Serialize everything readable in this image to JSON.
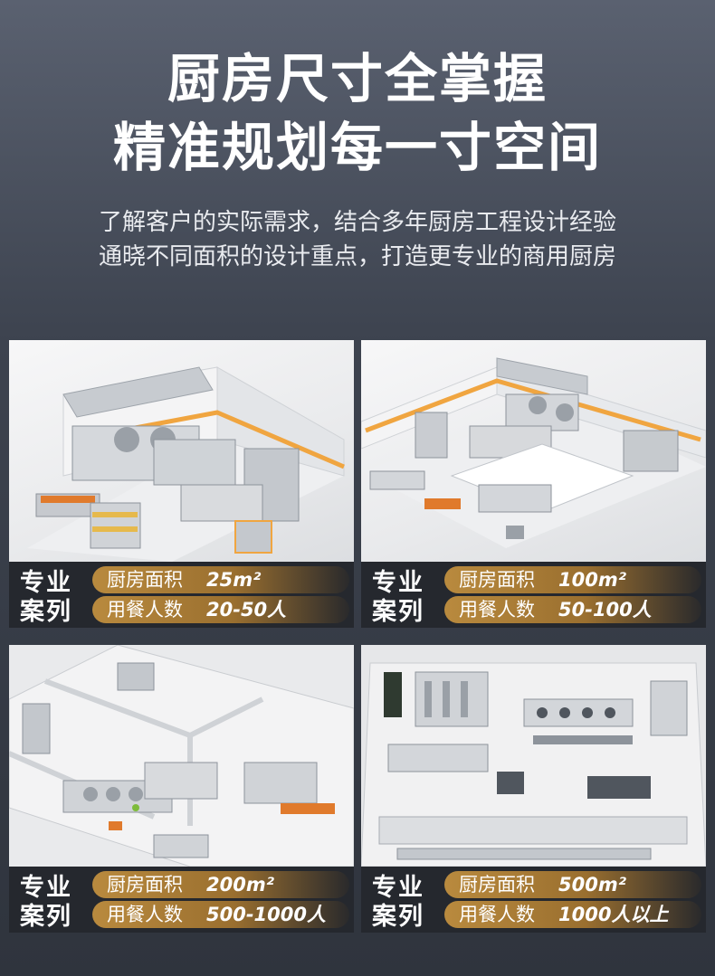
{
  "header": {
    "title_line1": "厨房尺寸全掌握",
    "title_line2": "精准规划每一寸空间",
    "subtitle_line1": "了解客户的实际需求，结合多年厨房工程设计经验",
    "subtitle_line2": "通晓不同面积的设计重点，打造更专业的商用厨房"
  },
  "cases": [
    {
      "label": "专业案列",
      "area_label": "厨房面积",
      "area_value": "25m²",
      "diners_label": "用餐人数",
      "diners_value": "20-50人"
    },
    {
      "label": "专业案列",
      "area_label": "厨房面积",
      "area_value": "100m²",
      "diners_label": "用餐人数",
      "diners_value": "50-100人"
    },
    {
      "label": "专业案列",
      "area_label": "厨房面积",
      "area_value": "200m²",
      "diners_label": "用餐人数",
      "diners_value": "500-1000人"
    },
    {
      "label": "专业案列",
      "area_label": "厨房面积",
      "area_value": "500m²",
      "diners_label": "用餐人数",
      "diners_value": "1000人以上"
    }
  ],
  "colors": {
    "background_top": "#5a6170",
    "background_bottom": "#2f343d",
    "pill_gold": "#b98a3e",
    "info_bar": "#25282e"
  }
}
